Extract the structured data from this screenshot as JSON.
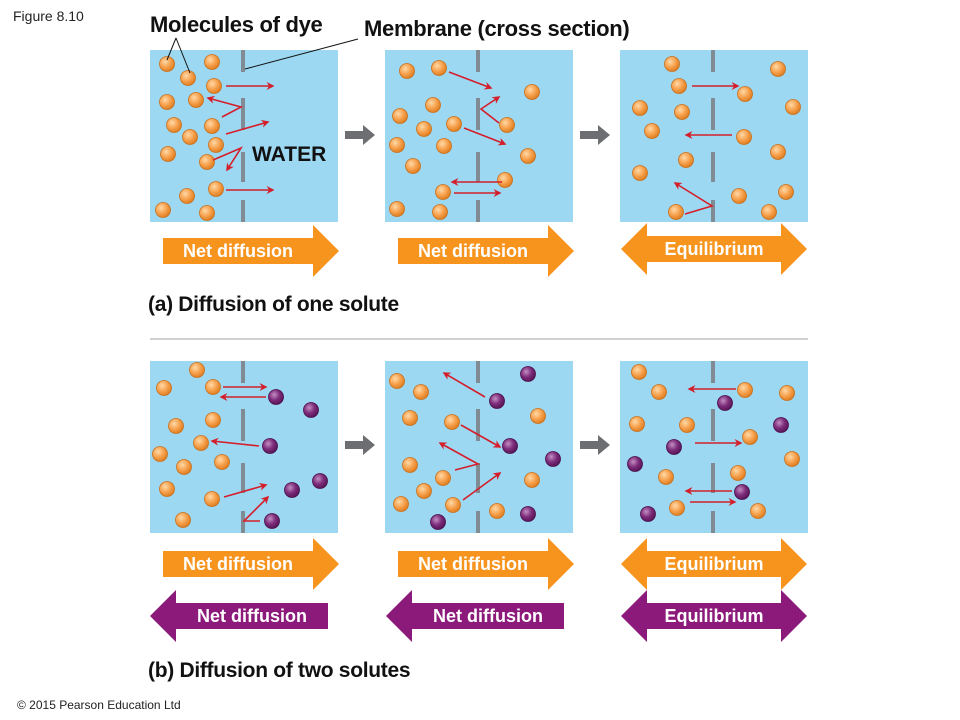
{
  "figure_label": "Figure 8.10",
  "labels": {
    "molecules": "Molecules of dye",
    "membrane": "Membrane (cross section)",
    "water": "WATER"
  },
  "colors": {
    "water": "#9dd8f3",
    "membrane": "#808b94",
    "dye_orange": "#f5a04a",
    "dye_purple": "#7a2a78",
    "arrow_red": "#d41f2b",
    "orange_banner": "#f7941d",
    "purple_banner": "#8b1a7a",
    "step_arrow": "#6d6e71"
  },
  "part_a": {
    "caption": "(a) Diffusion of one solute",
    "panels": [
      {
        "banner": {
          "label": "Net diffusion",
          "direction": "right"
        }
      },
      {
        "banner": {
          "label": "Net diffusion",
          "direction": "right"
        }
      },
      {
        "banner": {
          "label": "Equilibrium",
          "direction": "both"
        }
      }
    ]
  },
  "part_b": {
    "caption": "(b) Diffusion of two solutes",
    "panels": [
      {
        "banners": [
          {
            "label": "Net diffusion",
            "direction": "right",
            "solute": "orange"
          },
          {
            "label": "Net diffusion",
            "direction": "left",
            "solute": "purple"
          }
        ]
      },
      {
        "banners": [
          {
            "label": "Net diffusion",
            "direction": "right",
            "solute": "orange"
          },
          {
            "label": "Net diffusion",
            "direction": "left",
            "solute": "purple"
          }
        ]
      },
      {
        "banners": [
          {
            "label": "Equilibrium",
            "direction": "both",
            "solute": "orange"
          },
          {
            "label": "Equilibrium",
            "direction": "both",
            "solute": "purple"
          }
        ]
      }
    ]
  },
  "copyright": "© 2015 Pearson Education Ltd"
}
